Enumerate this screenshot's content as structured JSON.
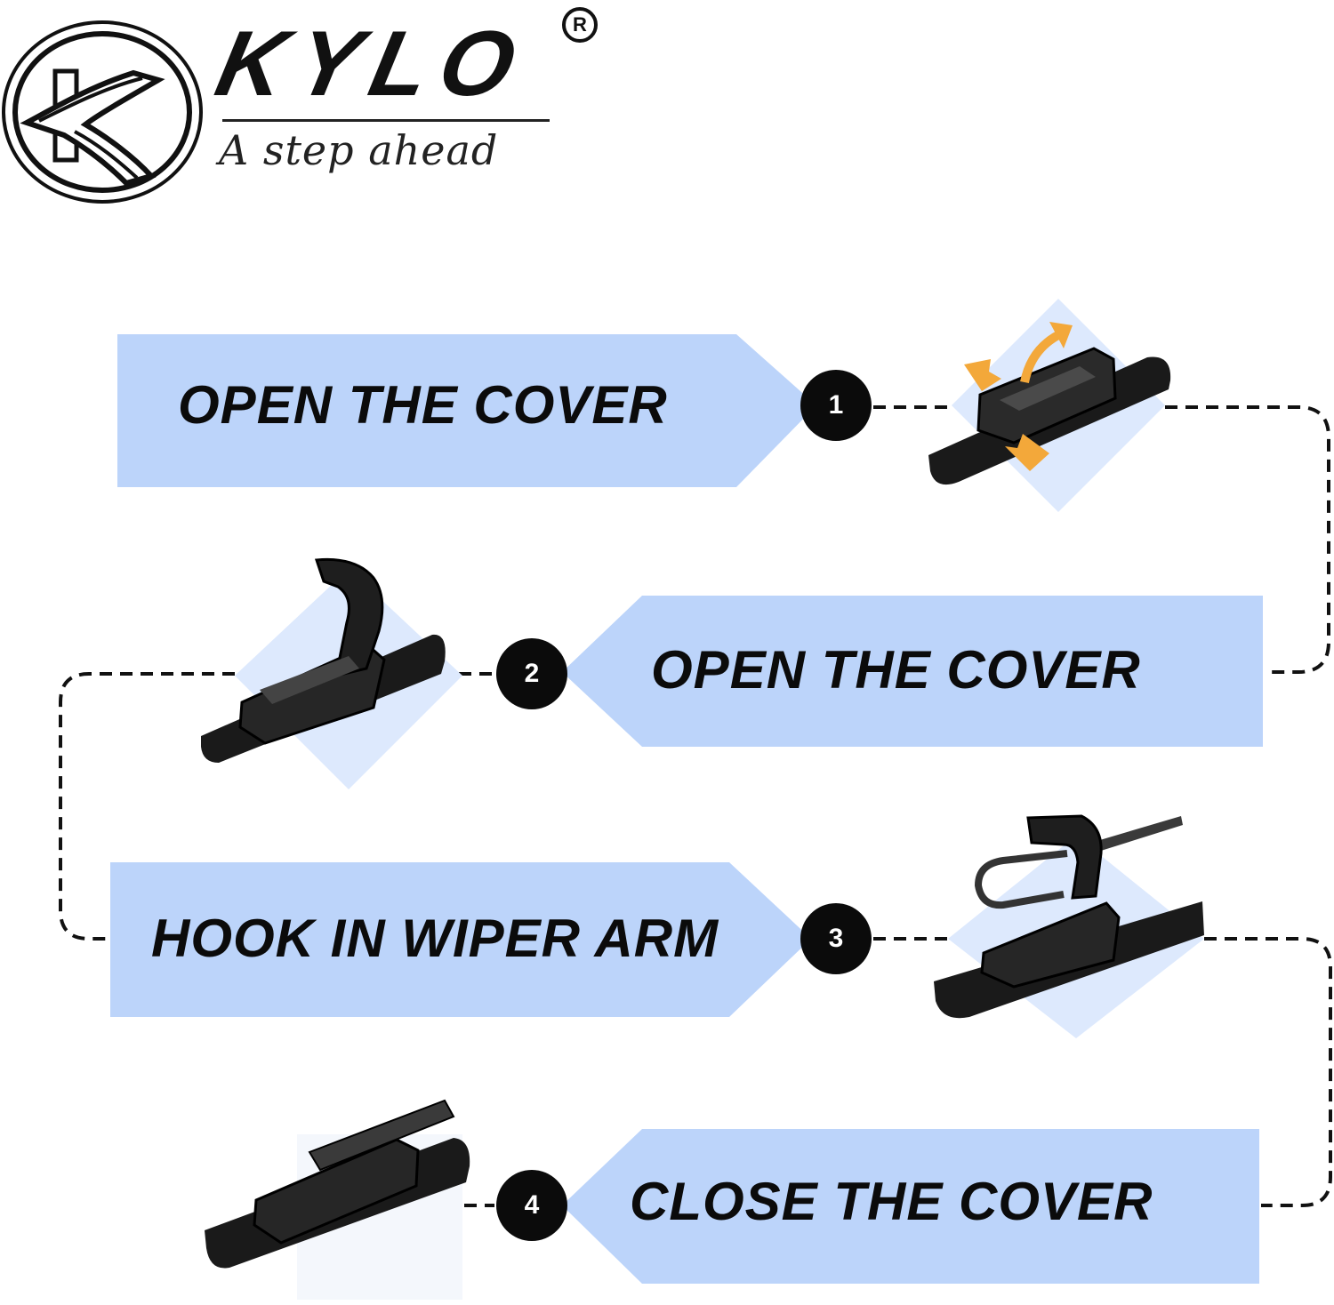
{
  "brand": {
    "name": "KYLO",
    "tagline": "A step ahead",
    "registered_mark": "R",
    "logo_icon": "kylo-k-emblem-icon"
  },
  "steps": [
    {
      "number": "1",
      "label": "OPEN THE COVER",
      "icon": "wiper-adapter-open-arrows-icon"
    },
    {
      "number": "2",
      "label": "OPEN THE COVER",
      "icon": "wiper-adapter-cover-raised-icon"
    },
    {
      "number": "3",
      "label": "HOOK IN WIPER ARM",
      "icon": "wiper-arm-hook-icon"
    },
    {
      "number": "4",
      "label": "CLOSE THE COVER",
      "icon": "wiper-adapter-closed-icon"
    }
  ],
  "colors": {
    "banner": "#bcd4fa",
    "diamond": "#dde9fd",
    "badge": "#0b0b0b",
    "arrow": "#f3a83a",
    "part": "#1a1a1a"
  }
}
